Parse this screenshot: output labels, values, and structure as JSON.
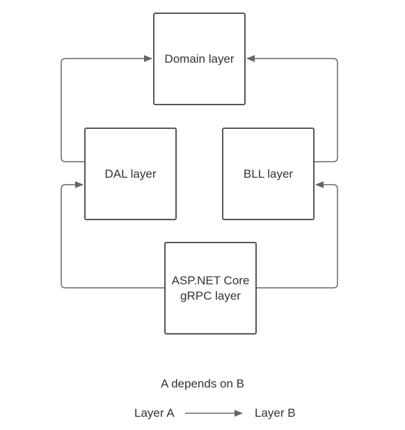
{
  "diagram": {
    "nodes": {
      "domain": {
        "label": "Domain layer"
      },
      "dal": {
        "label": "DAL layer"
      },
      "bll": {
        "label": "BLL layer"
      },
      "asp": {
        "label_line1": "ASP.NET Core",
        "label_line2": "gRPC layer"
      }
    },
    "edges": [
      {
        "from": "DAL layer",
        "to": "Domain layer"
      },
      {
        "from": "BLL layer",
        "to": "Domain layer"
      },
      {
        "from": "ASP.NET Core gRPC layer",
        "to": "DAL layer"
      },
      {
        "from": "ASP.NET Core gRPC layer",
        "to": "BLL layer"
      }
    ],
    "colors": {
      "box_border": "#555555",
      "arrow": "#666666",
      "text": "#333333"
    }
  },
  "legend": {
    "title": "A depends on B",
    "from_label": "Layer A",
    "to_label": "Layer B"
  }
}
